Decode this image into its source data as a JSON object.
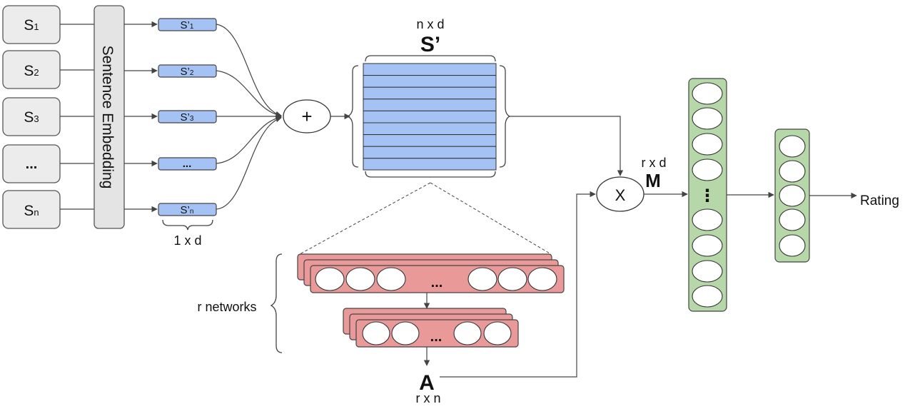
{
  "sentences": [
    {
      "main": "S",
      "sub": "1"
    },
    {
      "main": "S",
      "sub": "2"
    },
    {
      "main": "S",
      "sub": "3"
    },
    {
      "main": "...",
      "sub": ""
    },
    {
      "main": "S",
      "sub": "n"
    }
  ],
  "embedding_label": "Sentence Embedding",
  "embedded_vectors": [
    {
      "main": "S’",
      "sub": "1"
    },
    {
      "main": "S’",
      "sub": "2"
    },
    {
      "main": "S’",
      "sub": "3"
    },
    {
      "main": "...",
      "sub": ""
    },
    {
      "main": "S’",
      "sub": "n"
    }
  ],
  "vector_dim_label": "1 x d",
  "sum_operator": "+",
  "matrix_S": {
    "dim": "n x d",
    "name": "S’"
  },
  "r_networks_label": "r networks",
  "ellipsis": "...",
  "matrix_A": {
    "name": "A",
    "dim": "r x n"
  },
  "multiply_operator": "X",
  "matrix_M": {
    "dim": "r x d",
    "name": "M"
  },
  "green_ellipsis": "⋮",
  "output_label": "Rating"
}
